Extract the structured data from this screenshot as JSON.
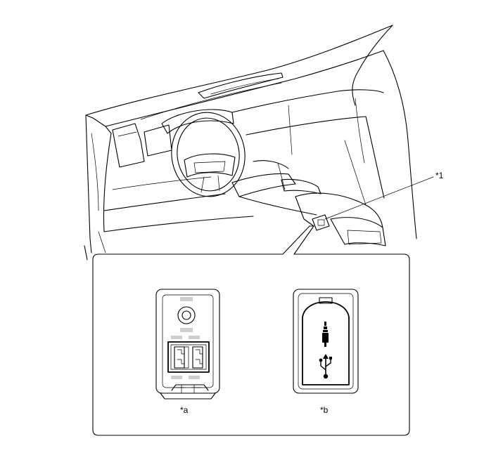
{
  "labels": {
    "part_1": "*1",
    "view_a": "*a",
    "view_b": "*b"
  },
  "icons": {
    "audio_jack": "audio-jack-icon",
    "usb": "usb-icon"
  },
  "colors": {
    "line": "#000000",
    "background": "#ffffff",
    "panel_gray": "#cfcfcf"
  }
}
